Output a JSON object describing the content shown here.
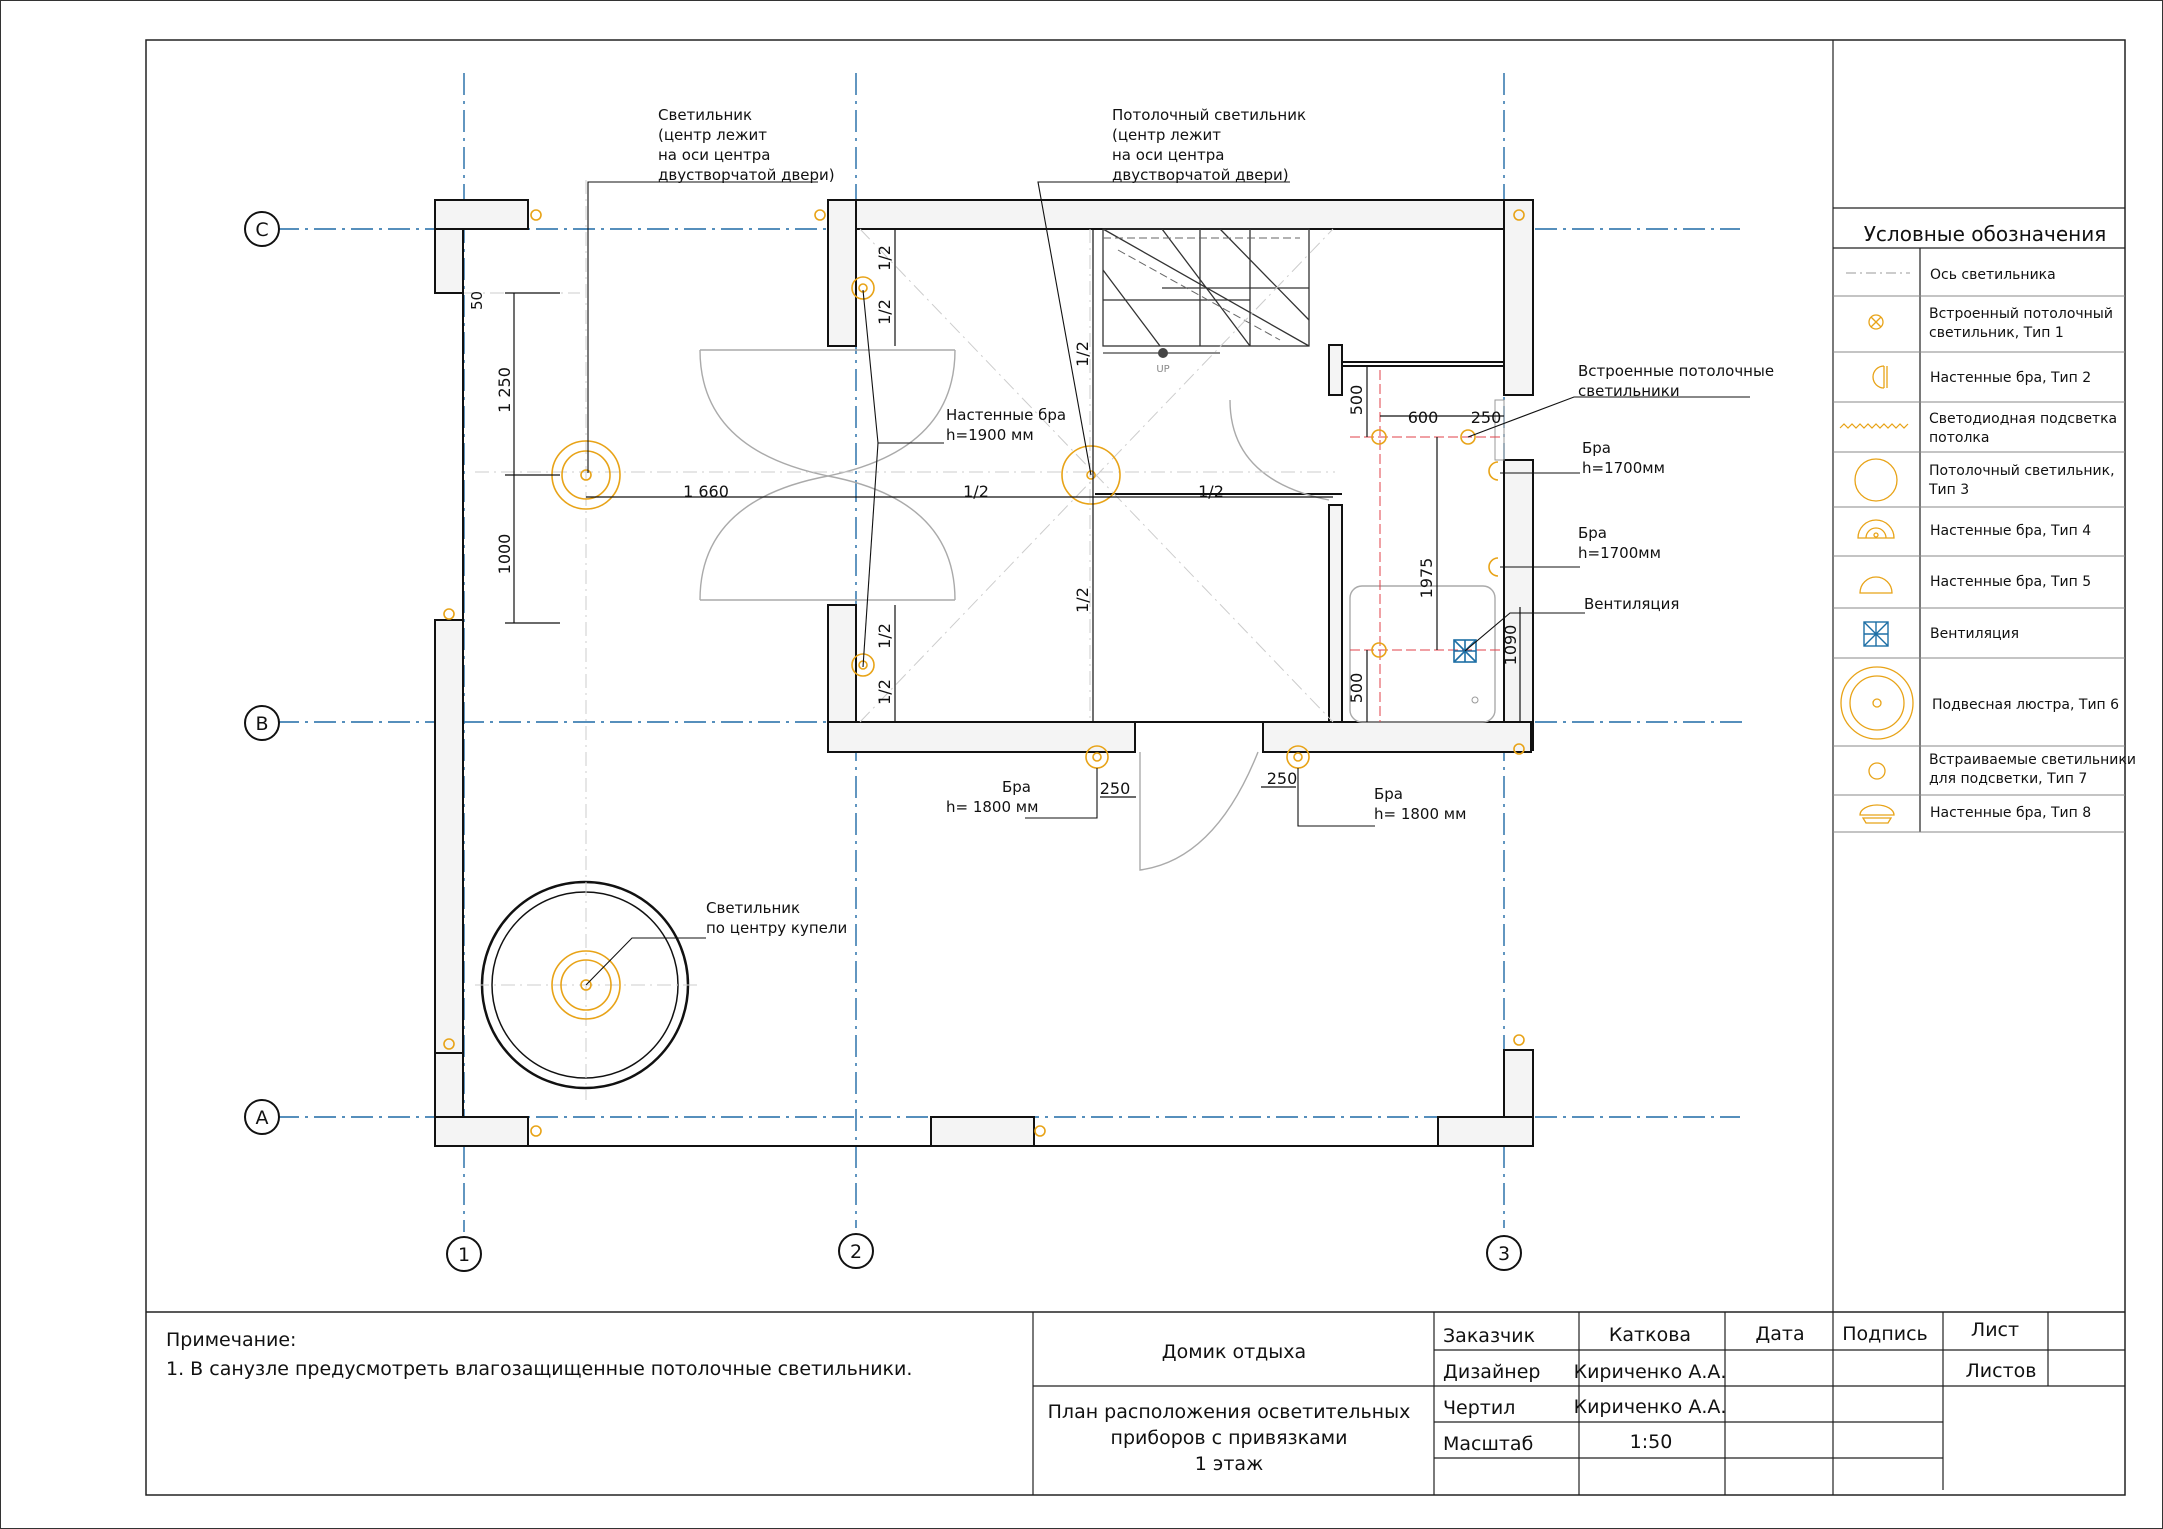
{
  "colors": {
    "axis": "#1f6aa5",
    "light": "#e8a317",
    "frame": "#222222",
    "grid": "#bbbbbb",
    "bath": "#e0414a",
    "vent": "#1d6fa5"
  },
  "axes": {
    "rows": [
      "C",
      "B",
      "A"
    ],
    "cols": [
      "1",
      "2",
      "3"
    ]
  },
  "annotations": {
    "lamp_door": [
      "Светильник",
      "(центр лежит",
      "на оси центра",
      "двустворчатой двери)"
    ],
    "ceiling_lamp": [
      "Потолочный светильник",
      "(центр лежит",
      "на оси центра",
      "двустворчатой двери)"
    ],
    "wall_sconce": [
      "Настенные бра",
      "h=1900 мм"
    ],
    "builtin_ceiling": [
      "Встроенные потолочные",
      "светильники"
    ],
    "bra_1": [
      "Бра",
      "h=1700мм"
    ],
    "bra_2": [
      "Бра",
      "h=1700мм"
    ],
    "ventilation": "Вентиляция",
    "bra_left": [
      "Бра",
      "h= 1800 мм"
    ],
    "bra_right": [
      "Бра",
      "h= 1800 мм"
    ],
    "lamp_font": [
      "Светильник",
      "по центру купели"
    ],
    "up_label": "UP"
  },
  "dimensions": {
    "d50": "50",
    "d1250": "1 250",
    "d1000": "1000",
    "d1660": "1 660",
    "half": "1/2",
    "d600": "600",
    "d250": "250",
    "d500": "500",
    "d1975": "1975",
    "d1090": "1090"
  },
  "legend": {
    "title": "Условные обозначения",
    "items": [
      {
        "icon": "axis-line-icon",
        "label": [
          "Ось светильника"
        ]
      },
      {
        "icon": "builtin-ceiling-light-icon",
        "label": [
          "Встроенный потолочный",
          "светильник, Тип 1"
        ]
      },
      {
        "icon": "wall-sconce-type2-icon",
        "label": [
          "Настенные бра, Тип 2"
        ]
      },
      {
        "icon": "led-strip-icon",
        "label": [
          "Светодиодная подсветка",
          "потолка"
        ]
      },
      {
        "icon": "ceiling-light-type3-icon",
        "label": [
          "Потолочный светильник,",
          "Тип 3"
        ]
      },
      {
        "icon": "wall-sconce-type4-icon",
        "label": [
          "Настенные бра, Тип 4"
        ]
      },
      {
        "icon": "wall-sconce-type5-icon",
        "label": [
          "Настенные бра, Тип 5"
        ]
      },
      {
        "icon": "ventilation-icon",
        "label": [
          "Вентиляция"
        ]
      },
      {
        "icon": "chandelier-type6-icon",
        "label": [
          "Подвесная люстра, Тип 6"
        ]
      },
      {
        "icon": "recessed-light-type7-icon",
        "label": [
          "Встраиваемые светильники",
          "для подсветки, Тип 7"
        ]
      },
      {
        "icon": "wall-sconce-type8-icon",
        "label": [
          "Настенные бра, Тип 8"
        ]
      }
    ]
  },
  "titleblock": {
    "note_title": "Примечание:",
    "note_text": "1. В санузле предусмотреть влагозащищенные потолочные светильники.",
    "project": "Домик отдыха",
    "drawing_title": [
      "План расположения осветительных",
      "приборов с привязками",
      "1 этаж"
    ],
    "roles": [
      {
        "role": "Заказчик",
        "name": "Каткова"
      },
      {
        "role": "Дизайнер",
        "name": "Кириченко А.А."
      },
      {
        "role": "Чертил",
        "name": "Кириченко А.А."
      },
      {
        "role": "Масштаб",
        "name": "1:50"
      }
    ],
    "date_label": "Дата",
    "sign_label": "Подпись",
    "sheet_label": "Лист",
    "sheets_label": "Листов"
  }
}
